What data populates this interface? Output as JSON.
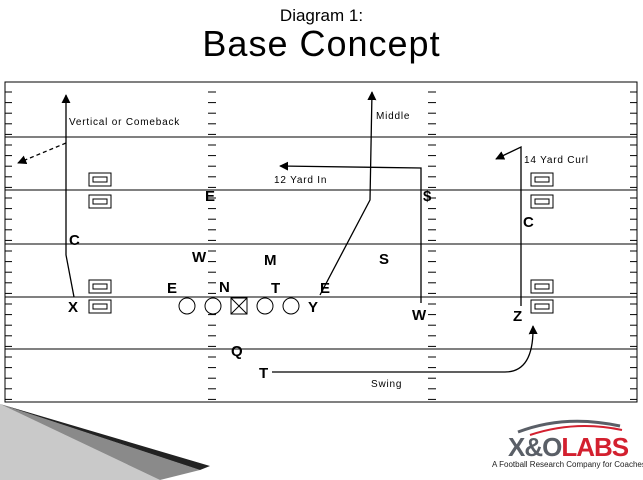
{
  "header": {
    "subtitle": "Diagram 1:",
    "title": "Base Concept"
  },
  "players": {
    "offense": {
      "X": "X",
      "N": "N",
      "T": "T",
      "Y": "Y",
      "W": "W",
      "Z": "Z",
      "Q": "Q",
      "TB": "T"
    },
    "defense": {
      "E1": "E",
      "E2": "E",
      "E3": "E",
      "C1": "C",
      "C2": "C",
      "W": "W",
      "M": "M",
      "S": "S",
      "S2": "$"
    }
  },
  "routes": {
    "vertical": "Vertical or Comeback",
    "middle": "Middle",
    "in12": "12 Yard In",
    "curl14": "14 Yard Curl",
    "swing": "Swing"
  },
  "logo": {
    "word_a": "X&O",
    "word_b": "LABS",
    "tagline": "A Football Research Company for Coaches",
    "colors": {
      "brand_red": "#d3202f",
      "brand_gray": "#5a5f67"
    }
  }
}
